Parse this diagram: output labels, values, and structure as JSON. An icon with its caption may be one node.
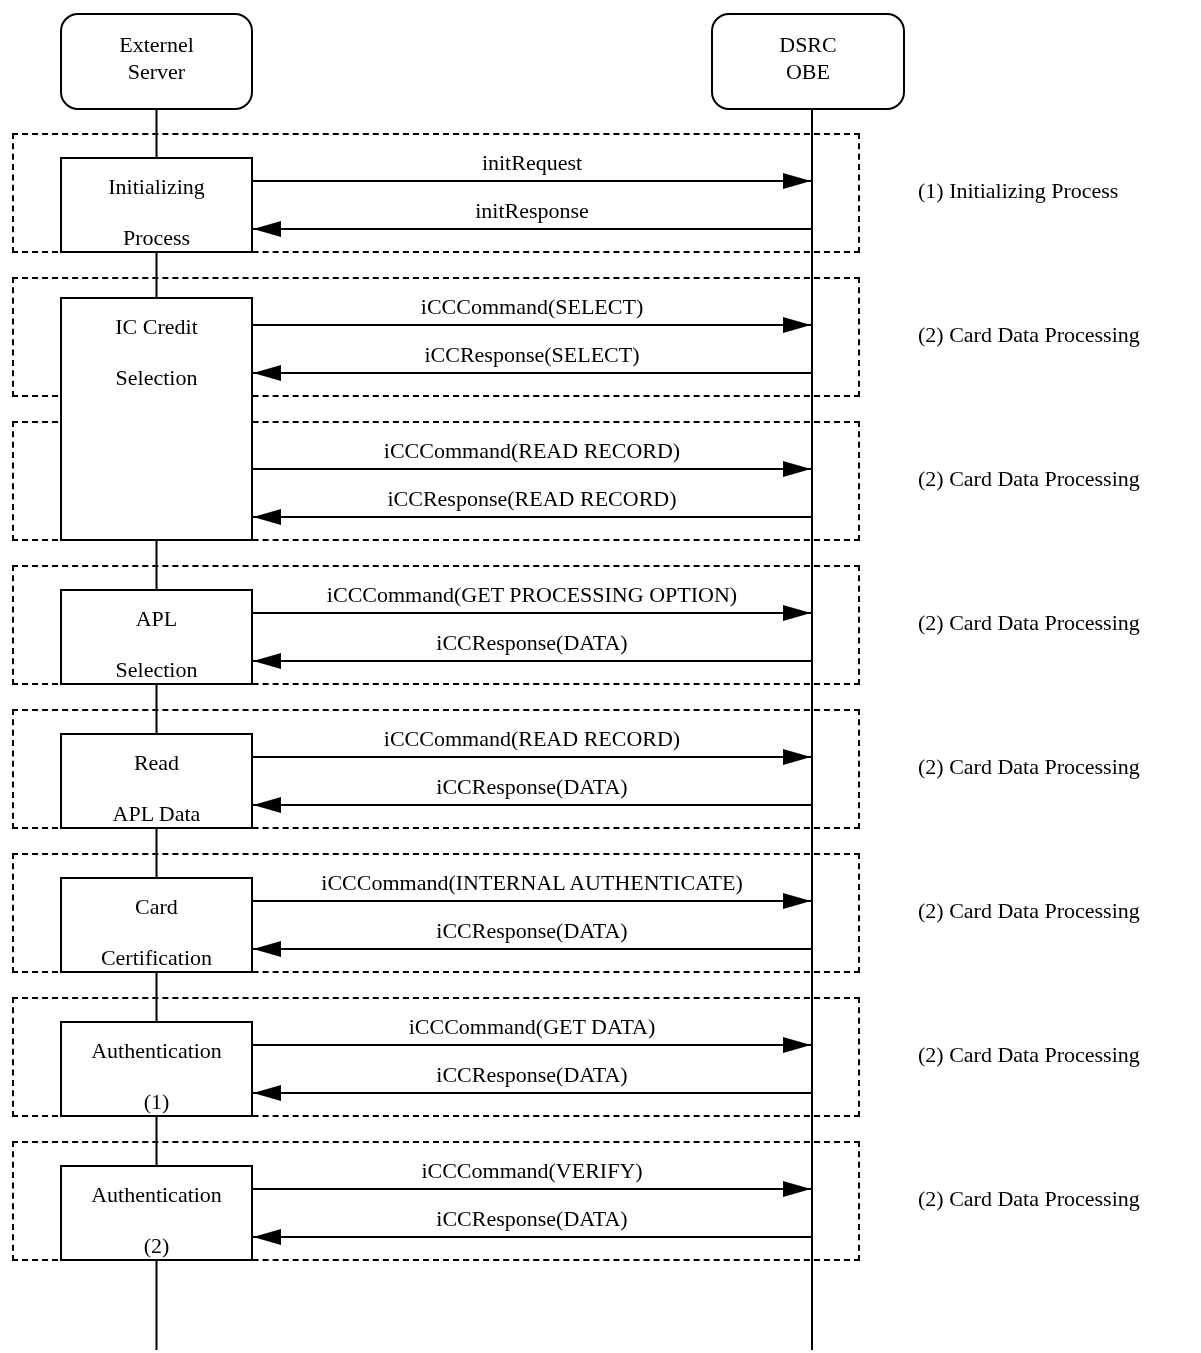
{
  "diagram": {
    "nodes": [
      {
        "text": [
          "Externel Server"
        ]
      },
      {
        "text": [
          "DSRC OBE"
        ]
      },
      {
        "text": [],
        "shape": "bar"
      },
      {
        "text": [
          "Initializing Process"
        ]
      },
      {
        "text": [
          "IC Credit Selection"
        ]
      },
      {
        "text": [
          "APL Selection"
        ]
      },
      {
        "text": [
          "Read APL Data"
        ]
      },
      {
        "text": [
          "Card Certification"
        ]
      },
      {
        "text": [
          "Authentication (1)"
        ]
      },
      {
        "text": [
          "Authentication (2)"
        ]
      }
    ],
    "edges": [
      {
        "from": 1,
        "to": 2,
        "arrow": "none"
      },
      {
        "from": 0,
        "to": 3,
        "arrow": "none"
      },
      {
        "from": 3,
        "to": 2,
        "arrow": "to",
        "label": "initRequest"
      },
      {
        "from": 2,
        "to": 3,
        "arrow": "to",
        "label": "initResponse"
      },
      {
        "from": 3,
        "to": 4,
        "arrow": "none"
      },
      {
        "from": 4,
        "to": 2,
        "arrow": "to",
        "label": "iCCCommand(SELECT)"
      },
      {
        "from": 2,
        "to": 4,
        "arrow": "to",
        "label": "iCCResponse(SELECT)"
      },
      {
        "from": 4,
        "to": 2,
        "arrow": "to",
        "label": "iCCCommand(READ RECORD)"
      },
      {
        "from": 2,
        "to": 4,
        "arrow": "to",
        "label": "iCCResponse(READ RECORD)"
      },
      {
        "from": 4,
        "to": 5,
        "arrow": "none"
      },
      {
        "from": 5,
        "to": 2,
        "arrow": "to",
        "label": "iCCCommand(GET PROCESSING OPTION)"
      },
      {
        "from": 2,
        "to": 5,
        "arrow": "to",
        "label": "iCCResponse(DATA)"
      },
      {
        "from": 5,
        "to": 6,
        "arrow": "none"
      },
      {
        "from": 6,
        "to": 2,
        "arrow": "to",
        "label": "iCCCommand(READ RECORD)"
      },
      {
        "from": 2,
        "to": 6,
        "arrow": "to",
        "label": "iCCResponse(DATA)"
      },
      {
        "from": 6,
        "to": 7,
        "arrow": "none"
      },
      {
        "from": 7,
        "to": 2,
        "arrow": "to",
        "label": "iCCCommand(INTERNAL AUTHENTICATE)"
      },
      {
        "from": 2,
        "to": 7,
        "arrow": "to",
        "label": "iCCResponse(DATA)"
      },
      {
        "from": 7,
        "to": 8,
        "arrow": "none"
      },
      {
        "from": 8,
        "to": 2,
        "arrow": "to",
        "label": "iCCCommand(GET DATA)"
      },
      {
        "from": 2,
        "to": 8,
        "arrow": "to",
        "label": "iCCResponse(DATA)"
      },
      {
        "from": 8,
        "to": 9,
        "arrow": "none"
      },
      {
        "from": 9,
        "to": 2,
        "arrow": "to",
        "label": "iCCCommand(VERIFY)"
      },
      {
        "from": 2,
        "to": 9,
        "arrow": "to",
        "label": "iCCResponse(DATA)"
      },
      {
        "from": 9,
        "to": null,
        "arrow": "none"
      }
    ],
    "labels": [
      "(1) Initializing Process",
      "(2) Card Data Processing",
      "(2) Card Data Processing",
      "(2) Card Data Processing",
      "(2) Card Data Processing",
      "(2) Card Data Processing",
      "(2) Card Data Processing",
      "(2) Card Data Processing"
    ]
  }
}
